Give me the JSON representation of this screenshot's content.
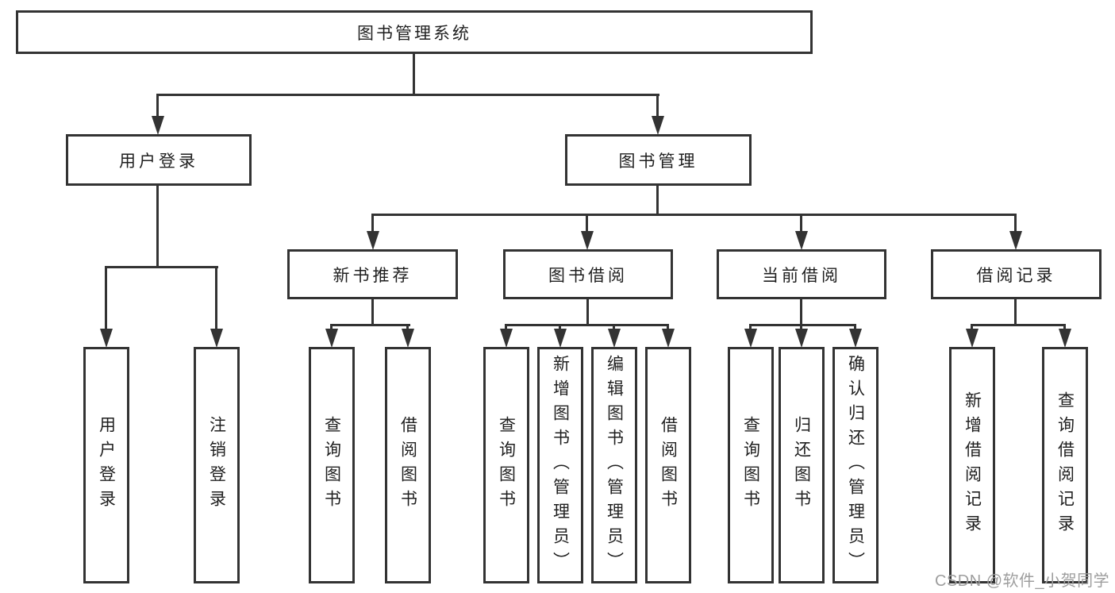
{
  "diagram": {
    "root_label": "图书管理系统",
    "level2": {
      "user_login": "用户登录",
      "book_management": "图书管理"
    },
    "level3": {
      "new_book_recommend": "新书推荐",
      "book_borrow": "图书借阅",
      "current_borrow": "当前借阅",
      "borrow_records": "借阅记录"
    },
    "leaves": {
      "user_login": "用户登录",
      "logout": "注销登录",
      "newbook_query": "查询图书",
      "newbook_borrow": "借阅图书",
      "borrow_query": "查询图书",
      "borrow_add": "新增图书（管理员）",
      "borrow_edit": "编辑图书（管理员）",
      "borrow_borrow": "借阅图书",
      "current_query": "查询图书",
      "current_return": "归还图书",
      "current_confirm": "确认归还（管理员）",
      "records_add": "新增借阅记录",
      "records_query": "查询借阅记录"
    }
  },
  "watermark": "CSDN @软件_小贺同学",
  "colors": {
    "line": "#333333",
    "text": "#1f1f1f",
    "watermark": "#9e9e9e",
    "background": "#ffffff"
  }
}
